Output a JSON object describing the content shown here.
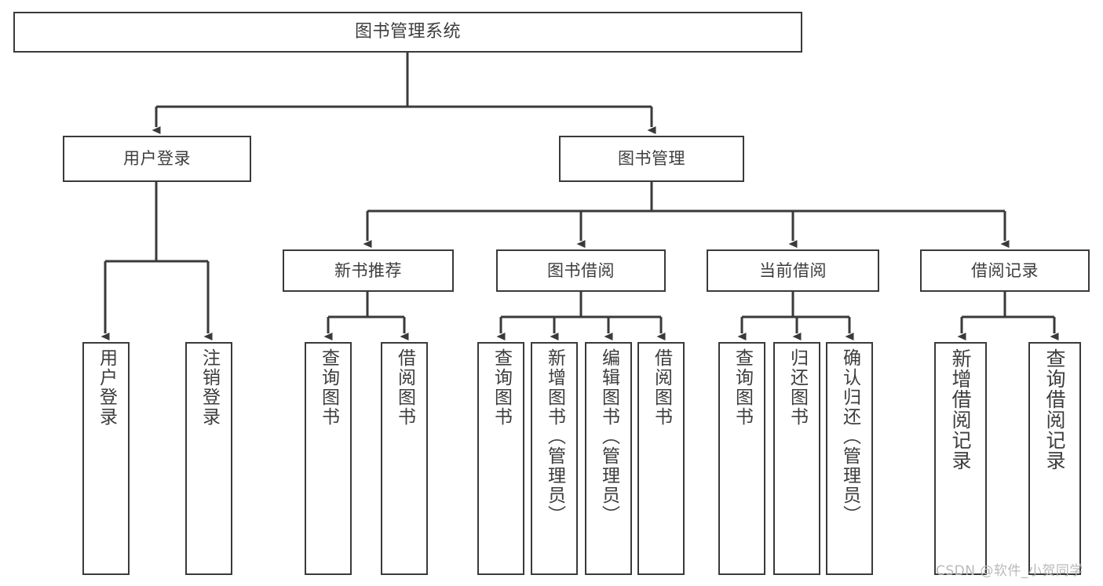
{
  "diagram": {
    "title": "图书管理系统",
    "type": "tree-hierarchy-diagram",
    "watermark": "CSDN @软件_小贺同学",
    "colors": {
      "node_border": "#3a3a3a",
      "node_fill": "#ffffff",
      "text": "#3d3d3d",
      "edge": "#3a3a3a",
      "watermark": "#b9b9b9",
      "background": "#ffffff"
    },
    "nodes": {
      "root": {
        "label": "图书管理系统"
      },
      "level2": [
        {
          "label": "用户登录"
        },
        {
          "label": "图书管理"
        }
      ],
      "level3": [
        {
          "label": "新书推荐"
        },
        {
          "label": "图书借阅"
        },
        {
          "label": "当前借阅"
        },
        {
          "label": "借阅记录"
        }
      ],
      "leaves": {
        "user_login": [
          {
            "label": "用户登录"
          },
          {
            "label": "注销登录"
          }
        ],
        "new_book_recommend": [
          {
            "label": "查询图书"
          },
          {
            "label": "借阅图书"
          }
        ],
        "book_borrow": [
          {
            "label": "查询图书"
          },
          {
            "label": "新增图书（管理员）"
          },
          {
            "label": "编辑图书（管理员）"
          },
          {
            "label": "借阅图书"
          }
        ],
        "current_borrow": [
          {
            "label": "查询图书"
          },
          {
            "label": "归还图书"
          },
          {
            "label": "确认归还（管理员）"
          }
        ],
        "borrow_record": [
          {
            "label": "新增借阅记录"
          },
          {
            "label": "查询借阅记录"
          }
        ]
      }
    }
  }
}
